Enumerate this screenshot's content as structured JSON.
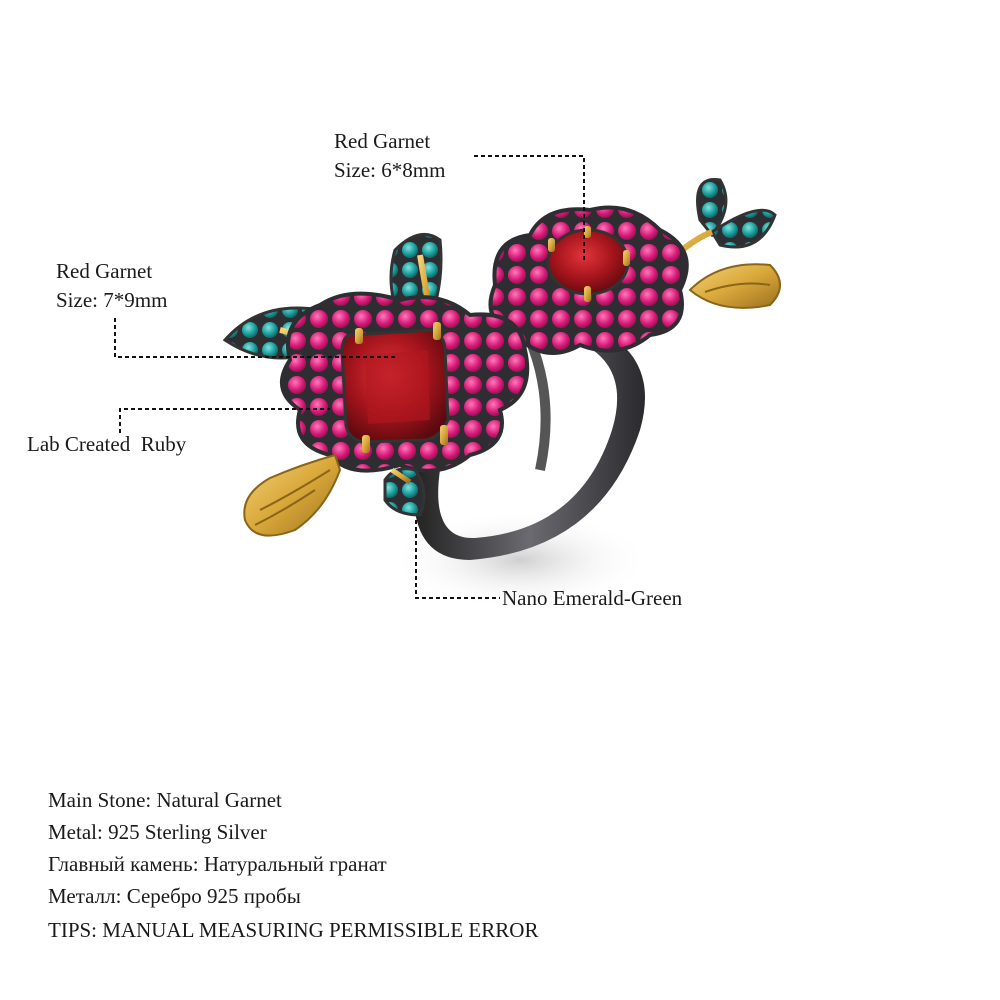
{
  "annotations": {
    "top_garnet": {
      "name": "Red Garnet",
      "size": "Size: 6*8mm"
    },
    "left_garnet": {
      "name": "Red Garnet",
      "size": "Size: 7*9mm"
    },
    "ruby": {
      "name": "Lab Created  Ruby"
    },
    "emerald": {
      "name": "Nano Emerald-Green"
    }
  },
  "specs": [
    "Main Stone: Natural Garnet",
    "Metal: 925 Sterling Silver",
    "Главный камень: Натуральный гранат",
    "Металл: Серебро 925 пробы",
    "TIPS: MANUAL MEASURING PERMISSIBLE ERROR"
  ],
  "colors": {
    "garnet": "#a5141c",
    "ruby": "#d81b7a",
    "emerald": "#1a9c9a",
    "gold": "#d9a83a",
    "metal": "#3a3a3e",
    "leader_line": "#111111"
  }
}
